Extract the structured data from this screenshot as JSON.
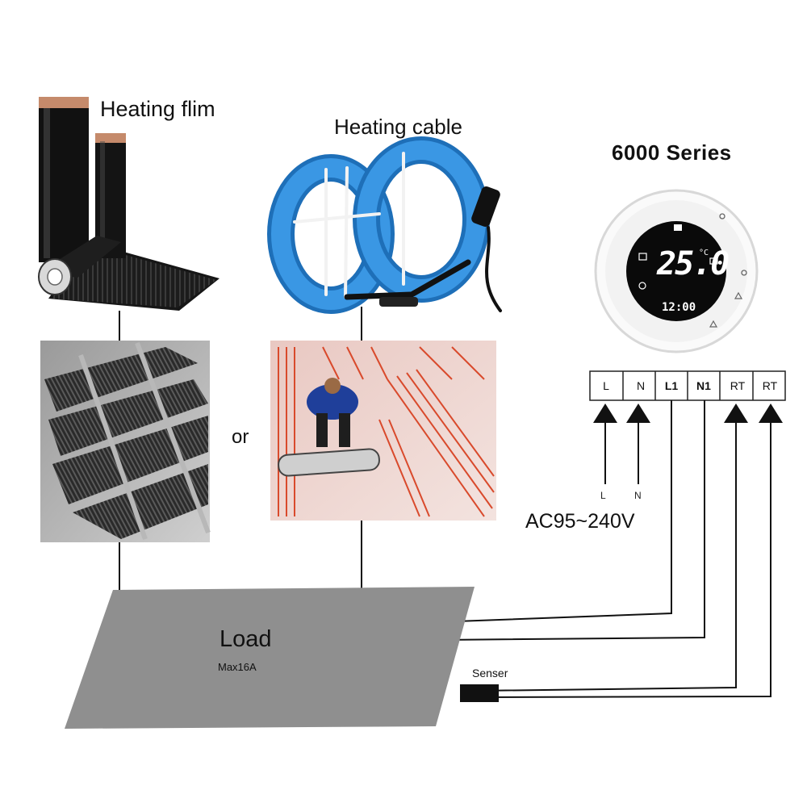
{
  "products": {
    "film_title": "Heating flim",
    "cable_title": "Heating cable",
    "or_label": "or"
  },
  "thermostat": {
    "title": "6000 Series",
    "temperature": "25.0",
    "unit": "°C",
    "time": "12:00"
  },
  "terminals": [
    "L",
    "N",
    "L1",
    "N1",
    "RT",
    "RT"
  ],
  "power": {
    "input_l": "L",
    "input_n": "N",
    "voltage": "AC95~240V"
  },
  "load": {
    "label": "Load",
    "max": "Max16A"
  },
  "sensor": {
    "label": "Senser"
  },
  "colors": {
    "line": "#111111",
    "load_fill": "#8f8f8f",
    "cable_blue": "#2f86d6",
    "film_black": "#1a1a1a",
    "heating_wire": "#d94a2c"
  }
}
